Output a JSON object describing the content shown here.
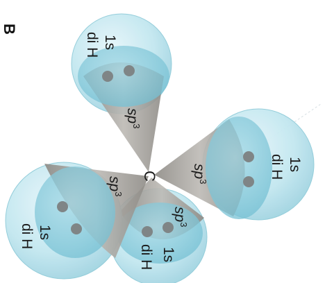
{
  "panel_label": "B",
  "center_atom": "C",
  "colors": {
    "sphere_fill": "#bfe6ef",
    "sphere_edge": "#8fcbd9",
    "overlap_fill": "#7ec6d8",
    "cone_fill": "#a7a49f",
    "electron": "#7f8586",
    "background": "#ffffff"
  },
  "bonds": [
    {
      "id": "top",
      "s_orbital": "1s",
      "atom": "di H",
      "hybrid": "sp",
      "hybrid_sup": "3"
    },
    {
      "id": "right",
      "s_orbital": "1s",
      "atom": "di H",
      "hybrid": "sp",
      "hybrid_sup": "3"
    },
    {
      "id": "left",
      "s_orbital": "1s",
      "atom": "di H",
      "hybrid": "sp",
      "hybrid_sup": "3"
    },
    {
      "id": "bottom",
      "s_orbital": "1s",
      "atom": "di H",
      "hybrid": "sp",
      "hybrid_sup": "3"
    }
  ]
}
